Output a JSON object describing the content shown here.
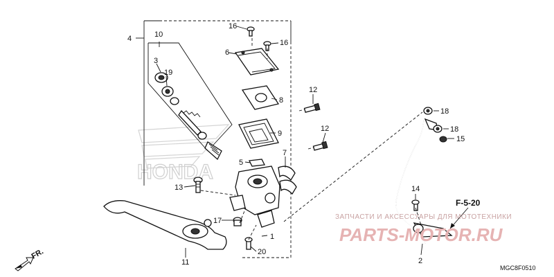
{
  "callouts": [
    {
      "id": "c1",
      "text": "1"
    },
    {
      "id": "c2",
      "text": "2"
    },
    {
      "id": "c3",
      "text": "3"
    },
    {
      "id": "c4",
      "text": "4"
    },
    {
      "id": "c5",
      "text": "5"
    },
    {
      "id": "c6",
      "text": "6"
    },
    {
      "id": "c7",
      "text": "7"
    },
    {
      "id": "c8",
      "text": "8"
    },
    {
      "id": "c9",
      "text": "9"
    },
    {
      "id": "c10",
      "text": "10"
    },
    {
      "id": "c11",
      "text": "11"
    },
    {
      "id": "c12a",
      "text": "12"
    },
    {
      "id": "c12b",
      "text": "12"
    },
    {
      "id": "c13",
      "text": "13"
    },
    {
      "id": "c14",
      "text": "14"
    },
    {
      "id": "c15",
      "text": "15"
    },
    {
      "id": "c16a",
      "text": "16"
    },
    {
      "id": "c16b",
      "text": "16"
    },
    {
      "id": "c17",
      "text": "17"
    },
    {
      "id": "c18a",
      "text": "18"
    },
    {
      "id": "c18b",
      "text": "18"
    },
    {
      "id": "c19",
      "text": "19"
    },
    {
      "id": "c20",
      "text": "20"
    }
  ],
  "reference": "F-5-20",
  "direction": "FR.",
  "diagram_code": "MGC8F0510",
  "watermark": {
    "brand": "HONDA",
    "caption": "ЗАПЧАСТИ И АКСЕССУАРЫ ДЛЯ МОТОТЕХНИКИ",
    "logo": "PARTS-MOTOR.RU"
  }
}
